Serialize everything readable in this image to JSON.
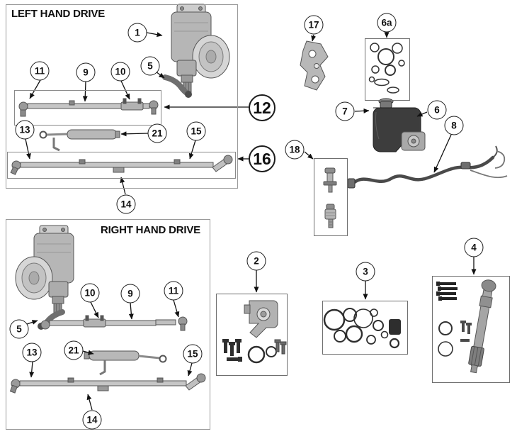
{
  "sections": {
    "lhd": {
      "title": "LEFT HAND DRIVE",
      "callouts": {
        "gear": "1",
        "pitman_arm": "5",
        "tie_rod_end_left": "11",
        "drag_link": "9",
        "adjuster": "10",
        "drag_link_assembly": "12",
        "damper": "21",
        "tie_rod_end_inner": "13",
        "tie_rod_end_right": "15",
        "tie_rod_assembly": "16",
        "tie_rod_tube": "14"
      }
    },
    "rhd": {
      "title": "RIGHT HAND DRIVE",
      "callouts": {
        "adjuster": "10",
        "drag_link": "9",
        "tie_rod_end_right": "11",
        "pitman_arm": "5",
        "tie_rod_end_inner": "13",
        "damper": "21",
        "tie_rod_end_outer": "15",
        "tie_rod_tube": "14"
      }
    },
    "parts": {
      "callouts": {
        "steering_knuckle": "17",
        "seal_kit_small": "6a",
        "reservoir_cap": "7",
        "reservoir": "6",
        "pressure_hose": "8",
        "check_valves": "18",
        "pump_mount_kit": "2",
        "seal_kit": "3",
        "steering_shaft_kit": "4"
      }
    }
  }
}
